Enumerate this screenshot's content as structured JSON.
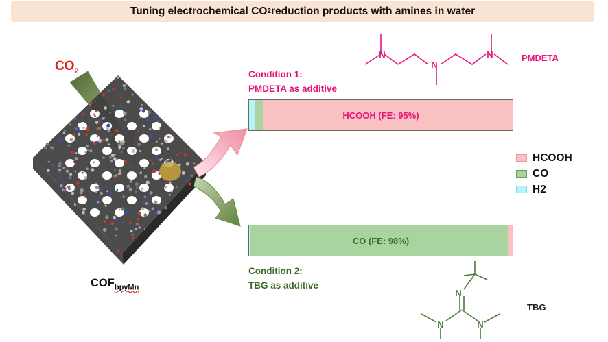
{
  "title": {
    "prefix": "Tuning electrochemical CO",
    "sub": "2",
    "suffix": " reduction products with amines in water"
  },
  "co2_label": {
    "main": "CO",
    "sub": "2"
  },
  "cof_label": {
    "main": "COF",
    "sub": "bpyMn"
  },
  "condition1": {
    "line1": "Condition 1:",
    "line2": "PMDETA as additive"
  },
  "condition2": {
    "line1": "Condition 2:",
    "line2": "TBG as additive"
  },
  "molecules": {
    "pmdeta": "PMDETA",
    "tbg": "TBG",
    "atom_n": "N"
  },
  "bars": [
    {
      "label": "HCOOH (FE: 95%)",
      "segments": [
        {
          "product": "H2",
          "fraction": 0.02
        },
        {
          "product": "CO",
          "fraction": 0.03
        },
        {
          "product": "HCOOH",
          "fraction": 0.95
        }
      ]
    },
    {
      "label": "CO (FE: 98%)",
      "segments": [
        {
          "product": "H2",
          "fraction": 0.005
        },
        {
          "product": "CO",
          "fraction": 0.98
        },
        {
          "product": "HCOOH",
          "fraction": 0.015
        }
      ]
    }
  ],
  "legend": [
    {
      "label": "HCOOH",
      "color": "#f9c1c1",
      "key": "HCOOH"
    },
    {
      "label": "CO",
      "color": "#a9d4a0",
      "key": "CO"
    },
    {
      "label": "H2",
      "color": "#b5f3f6",
      "key": "H2"
    }
  ],
  "colors": {
    "pink": "#e6157a",
    "green": "#3e6a25",
    "red": "#e02020"
  }
}
